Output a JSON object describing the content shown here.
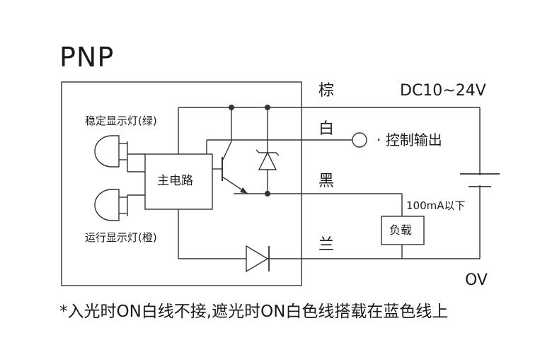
{
  "diagram": {
    "title": "PNP",
    "labels": {
      "stable_led": "稳定显示灯(绿)",
      "run_led": "运行显示灯(橙)",
      "main_circuit": "主电路",
      "brown": "棕",
      "white": "白",
      "black": "黑",
      "blue": "兰",
      "supply": "DC10~24V",
      "control_output": "· 控制输出",
      "load_current": "100mA以下",
      "load": "负载",
      "zero_volt": "OV"
    },
    "footnote": "*入光时ON白线不接,遮光时ON白色线搭载在蓝色线上"
  }
}
